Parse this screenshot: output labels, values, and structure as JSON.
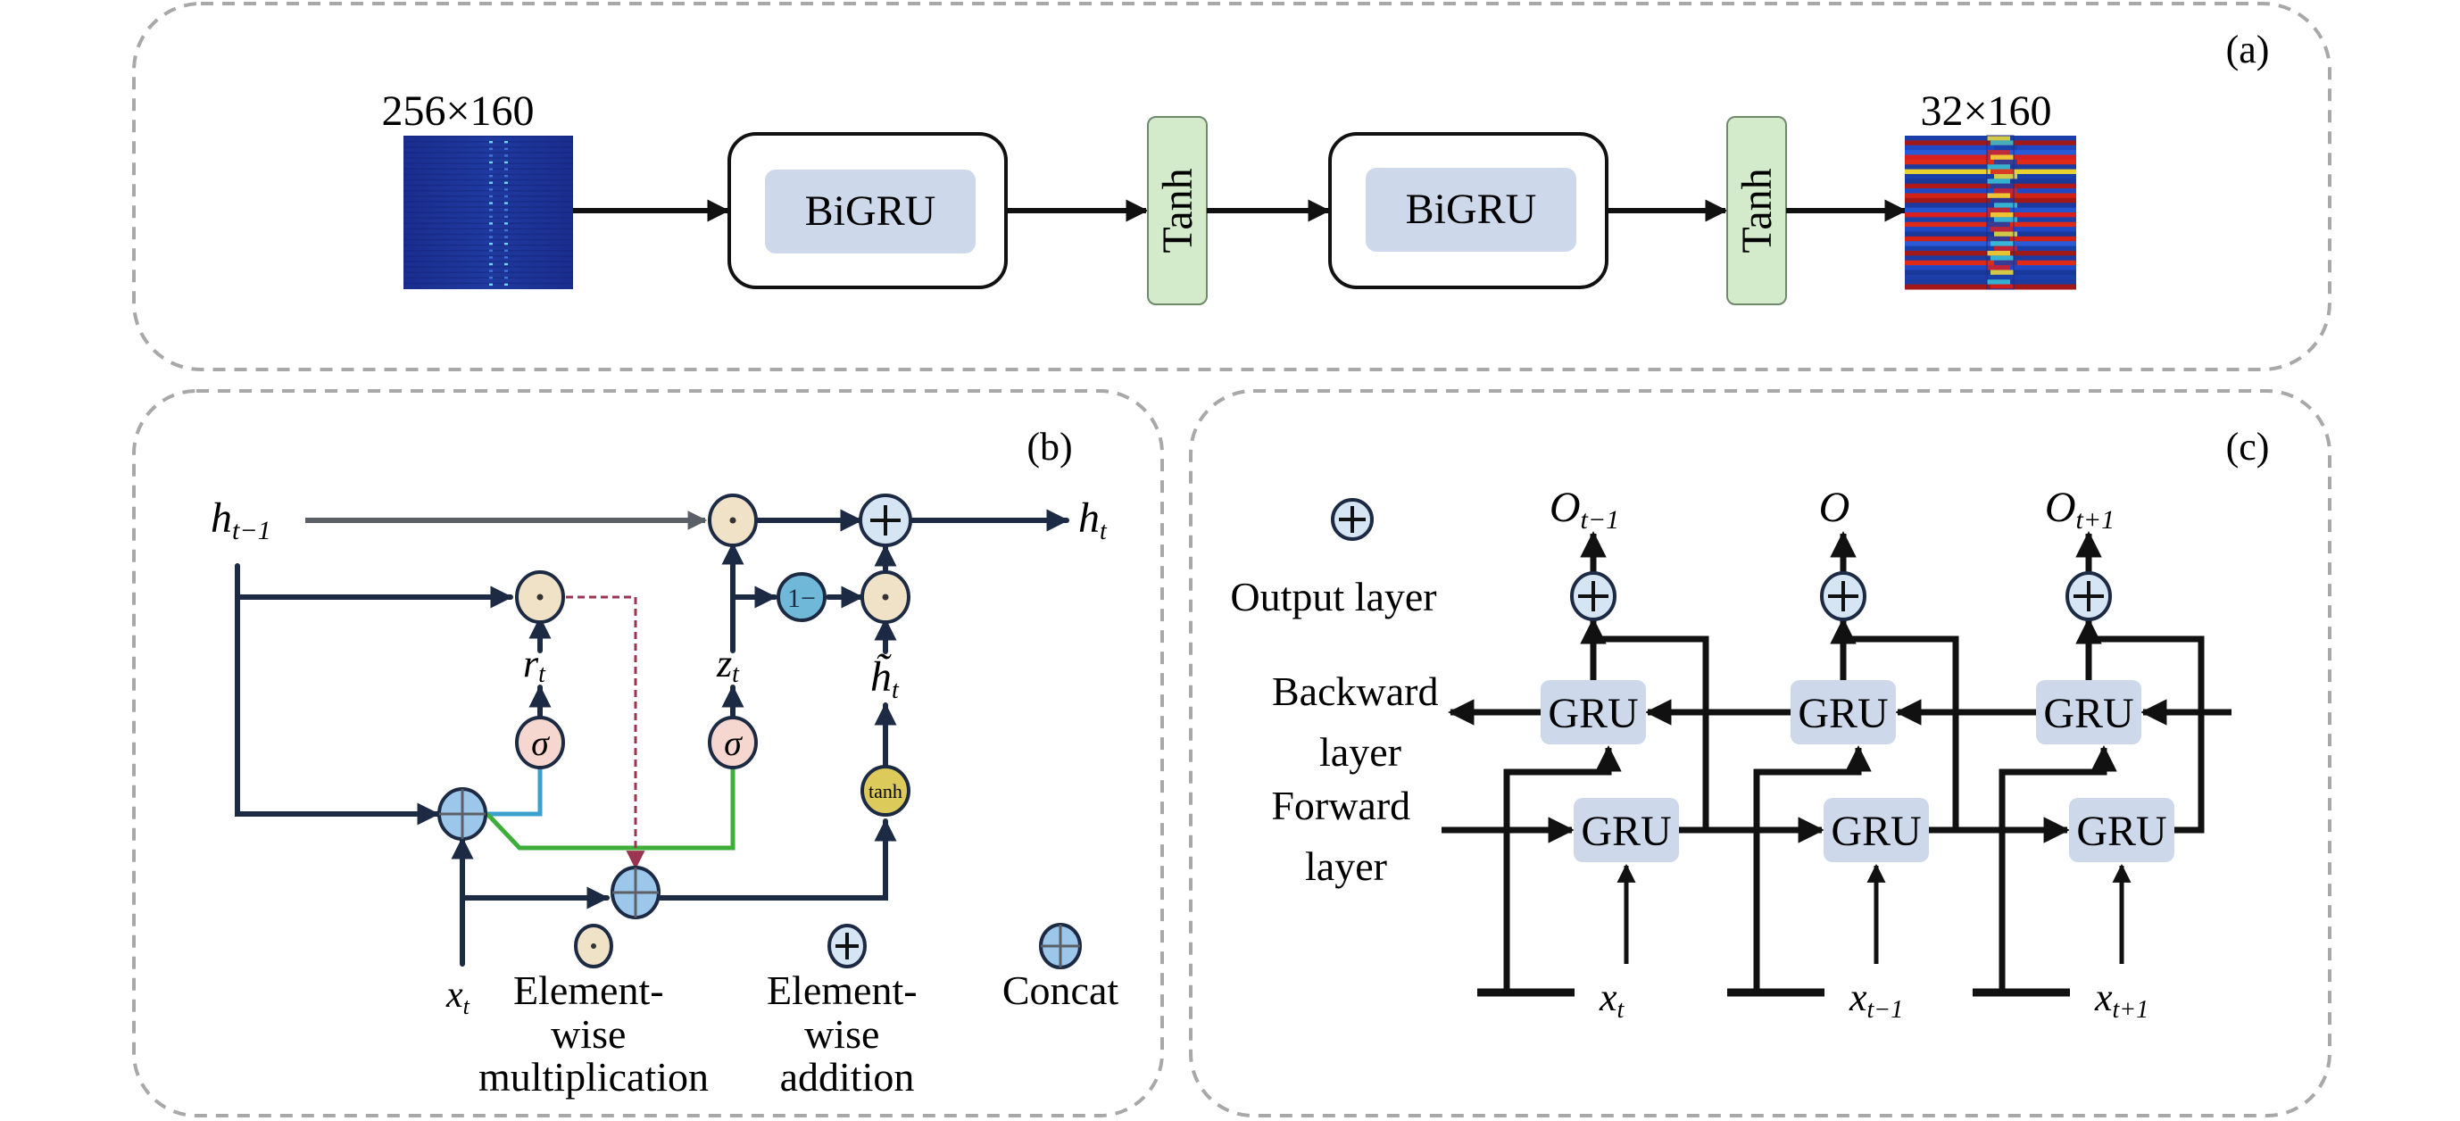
{
  "panel_a": {
    "label": "(a)",
    "input_size": "256×160",
    "output_size": "32×160",
    "blocks": [
      {
        "type": "bigru",
        "label": "BiGRU"
      },
      {
        "type": "activation",
        "label": "Tanh"
      },
      {
        "type": "bigru",
        "label": "BiGRU"
      },
      {
        "type": "activation",
        "label": "Tanh"
      }
    ]
  },
  "panel_b": {
    "label": "(b)",
    "h_prev": {
      "base": "h",
      "sub": "t−1"
    },
    "h_out": {
      "base": "h",
      "sub": "t"
    },
    "r_t": {
      "base": "r",
      "sub": "t"
    },
    "z_t": {
      "base": "z",
      "sub": "t"
    },
    "h_tilde": {
      "base": "h̃",
      "sub": "t"
    },
    "x_t": {
      "base": "x",
      "sub": "t"
    },
    "sigma": "σ",
    "one_minus": "1−",
    "tanh": "tanh",
    "legend": [
      {
        "symbol": "elementwise-multiplication",
        "lines": [
          "Element-",
          "wise",
          "multiplication"
        ]
      },
      {
        "symbol": "elementwise-addition",
        "lines": [
          "Element-",
          "wise",
          "addition"
        ]
      },
      {
        "symbol": "concat",
        "lines": [
          "Concat"
        ]
      }
    ]
  },
  "panel_c": {
    "label": "(c)",
    "legend_label": "Output layer",
    "backward_label": [
      "Backward",
      "layer"
    ],
    "forward_label": [
      "Forward",
      "layer"
    ],
    "gru_label": "GRU",
    "outputs": [
      {
        "base": "O",
        "sub": "t−1"
      },
      {
        "base": "O",
        "sub": ""
      },
      {
        "base": "O",
        "sub": "t+1"
      }
    ],
    "inputs": [
      {
        "base": "x",
        "sub": "t"
      },
      {
        "base": "x",
        "sub": "t−1"
      },
      {
        "base": "x",
        "sub": "t+1"
      }
    ]
  },
  "colors": {
    "panel_border": "#a8a8a8",
    "bigru_fill": "#cdd9ea",
    "tanh_fill": "#d4ebcb",
    "tanh_border": "#6f8a6a",
    "node_stroke": "#1c2a44",
    "mult_fill": "#efe2c6",
    "add_fill": "#d6e5f3",
    "concat_fill": "#9cc7ea",
    "sigma_fill": "#f6d7cf",
    "one_minus_fill": "#6fb8d8",
    "tanh_node_fill": "#dccb5a",
    "gray_line": "#5b6068",
    "blue_line": "#3ba0d0",
    "green_line": "#3eae3a",
    "red_dashed": "#9a3450",
    "black": "#111111"
  }
}
